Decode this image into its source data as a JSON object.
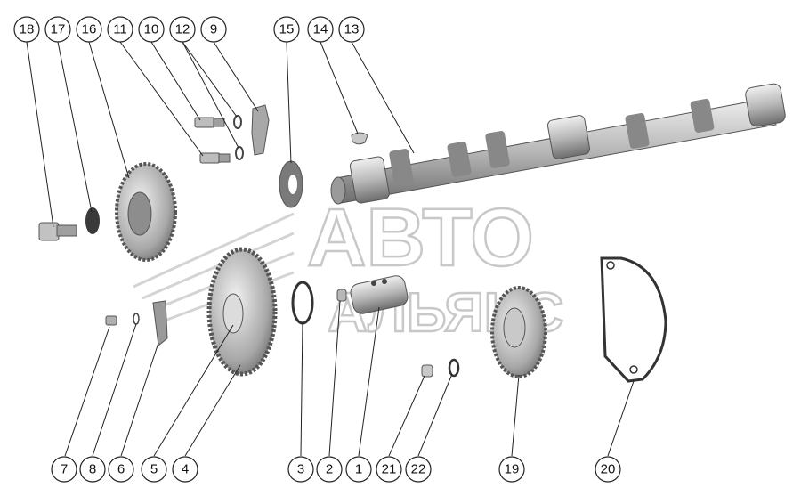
{
  "watermark": {
    "line1": "АВТО",
    "line2": "АЛЬЯНС"
  },
  "callouts": [
    {
      "id": "c18",
      "label": "18"
    },
    {
      "id": "c17",
      "label": "17"
    },
    {
      "id": "c16",
      "label": "16"
    },
    {
      "id": "c11",
      "label": "11"
    },
    {
      "id": "c10",
      "label": "10"
    },
    {
      "id": "c12",
      "label": "12"
    },
    {
      "id": "c9",
      "label": "9"
    },
    {
      "id": "c15",
      "label": "15"
    },
    {
      "id": "c14",
      "label": "14"
    },
    {
      "id": "c13",
      "label": "13"
    },
    {
      "id": "c7",
      "label": "7"
    },
    {
      "id": "c8",
      "label": "8"
    },
    {
      "id": "c6",
      "label": "6"
    },
    {
      "id": "c5",
      "label": "5"
    },
    {
      "id": "c4",
      "label": "4"
    },
    {
      "id": "c3",
      "label": "3"
    },
    {
      "id": "c2",
      "label": "2"
    },
    {
      "id": "c1",
      "label": "1"
    },
    {
      "id": "c21",
      "label": "21"
    },
    {
      "id": "c22",
      "label": "22"
    },
    {
      "id": "c19",
      "label": "19"
    },
    {
      "id": "c20",
      "label": "20"
    }
  ]
}
